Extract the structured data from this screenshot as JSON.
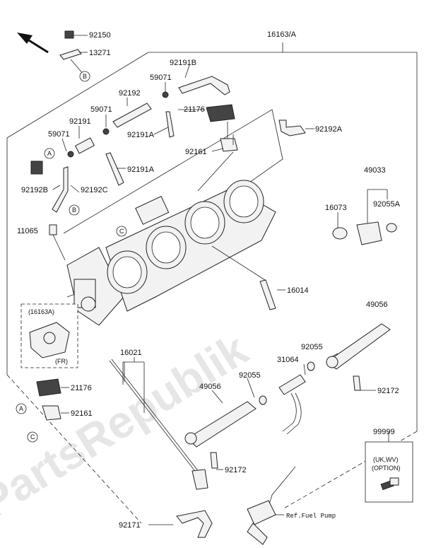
{
  "assembly_label": "16163/A",
  "watermark": "PartsRepublik",
  "parts": [
    {
      "id": "92150"
    },
    {
      "id": "13271"
    },
    {
      "id": "92191B"
    },
    {
      "id": "59071",
      "where": "upper"
    },
    {
      "id": "92192"
    },
    {
      "id": "21176",
      "where": "upper"
    },
    {
      "id": "59071",
      "where": "middle"
    },
    {
      "id": "92191"
    },
    {
      "id": "92191A",
      "where": "upper"
    },
    {
      "id": "92192A"
    },
    {
      "id": "59071",
      "where": "left"
    },
    {
      "id": "92161",
      "where": "upper"
    },
    {
      "id": "92191A",
      "where": "lower"
    },
    {
      "id": "92192B"
    },
    {
      "id": "92192C"
    },
    {
      "id": "49033"
    },
    {
      "id": "92055A"
    },
    {
      "id": "16073"
    },
    {
      "id": "11065"
    },
    {
      "id": "16014"
    },
    {
      "id": "49056",
      "where": "right"
    },
    {
      "id": "92055",
      "where": "right"
    },
    {
      "id": "31064"
    },
    {
      "id": "16021"
    },
    {
      "id": "92055",
      "where": "left"
    },
    {
      "id": "49056",
      "where": "left"
    },
    {
      "id": "21176",
      "where": "lower"
    },
    {
      "id": "92161",
      "where": "lower"
    },
    {
      "id": "92172",
      "where": "right"
    },
    {
      "id": "92172",
      "where": "lower"
    },
    {
      "id": "99999"
    },
    {
      "id": "92171"
    }
  ],
  "callouts": {
    "a": "A",
    "b": "B",
    "c": "C"
  },
  "inset": {
    "title": "(16163A)",
    "note": "(FR)"
  },
  "option_box": {
    "line1": "(UK,WV)",
    "line2": "(OPTION)"
  },
  "ref_note": "Ref.Fuel Pump"
}
